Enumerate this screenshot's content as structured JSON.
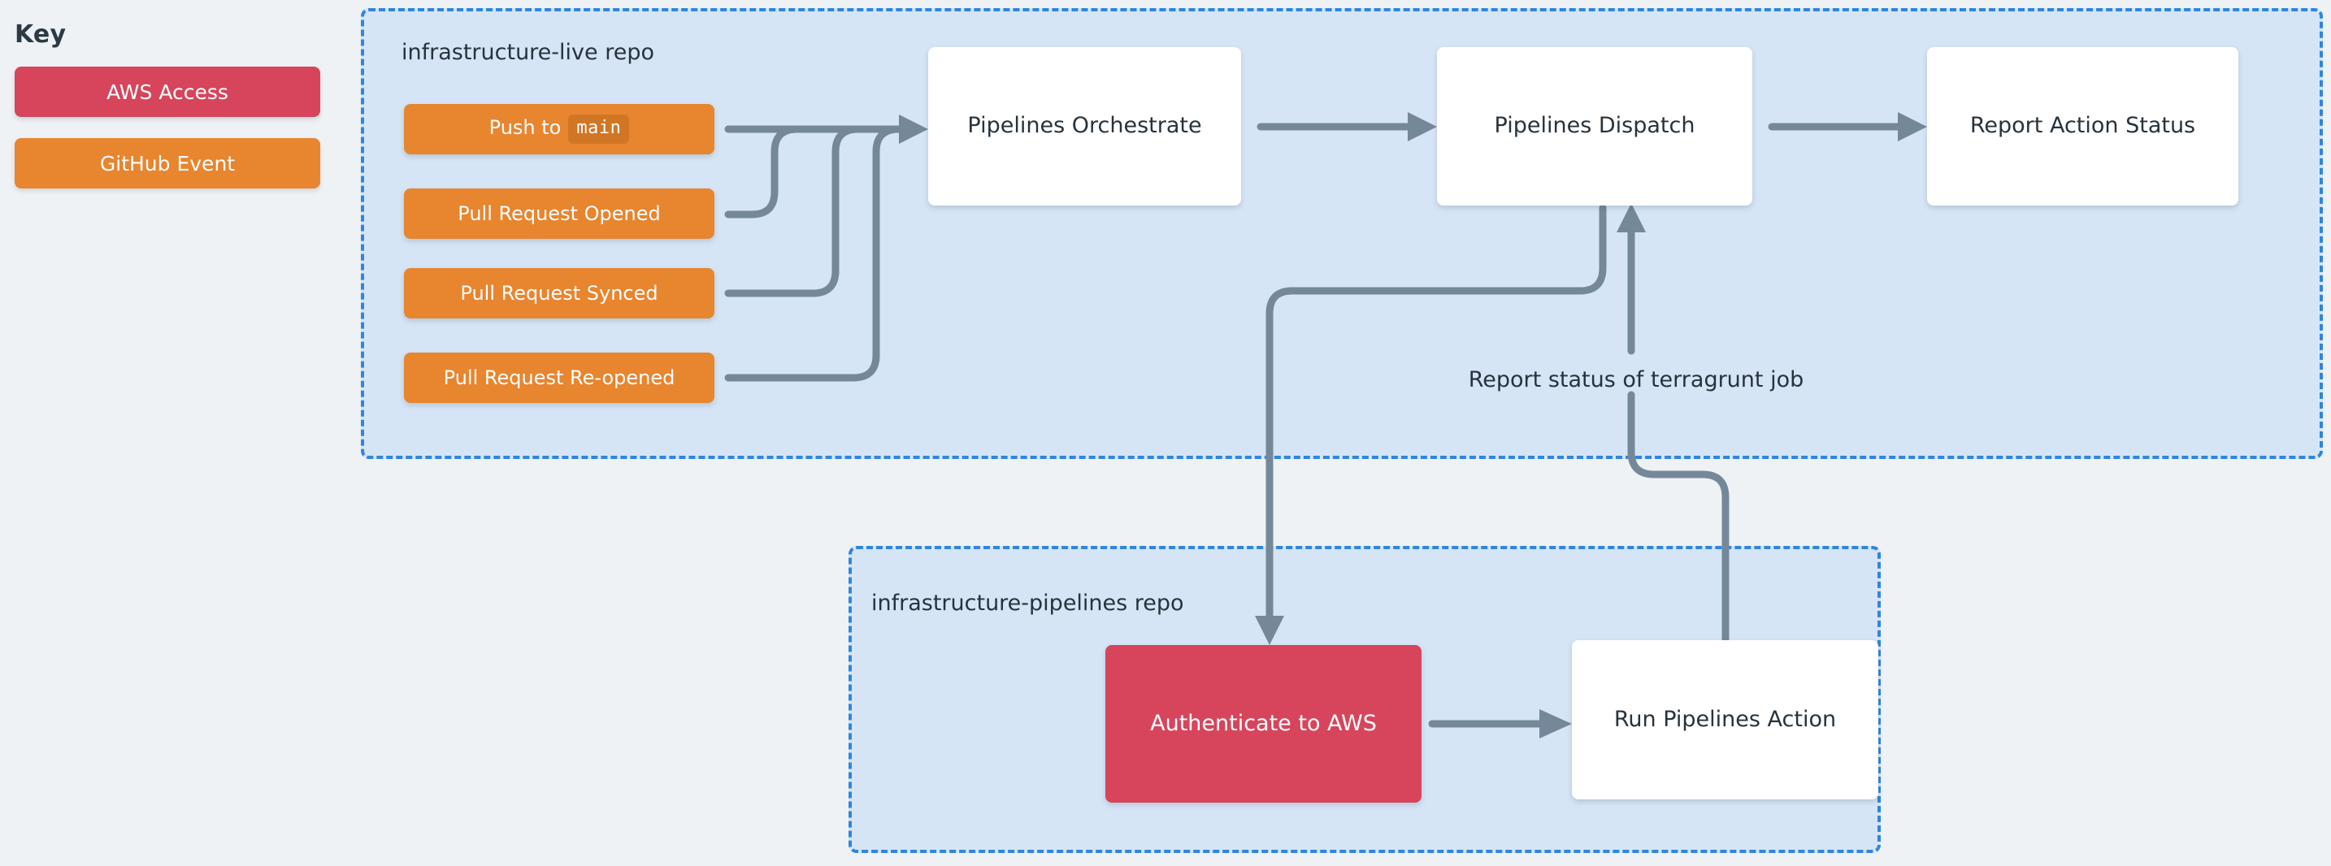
{
  "legend": {
    "title": "Key",
    "items": [
      {
        "label": "AWS Access",
        "color": "#d6455c",
        "name": "aws-access"
      },
      {
        "label": "GitHub Event",
        "color": "#e8852f",
        "name": "github-event"
      }
    ]
  },
  "groups": {
    "live": {
      "label": "infrastructure-live repo",
      "border_color": "#2f86dd",
      "fill": "#d5e5f6"
    },
    "pipelines": {
      "label": "infrastructure-pipelines repo",
      "border_color": "#2f86dd",
      "fill": "#d5e5f6"
    }
  },
  "nodes": {
    "push_to_main": {
      "label": "Push to",
      "code": "main",
      "type": "github-event"
    },
    "pr_opened": {
      "label": "Pull Request Opened",
      "type": "github-event"
    },
    "pr_synced": {
      "label": "Pull Request Synced",
      "type": "github-event"
    },
    "pr_reopened": {
      "label": "Pull Request Re-opened",
      "type": "github-event"
    },
    "orchestrate": {
      "label": "Pipelines Orchestrate",
      "type": "process"
    },
    "dispatch": {
      "label": "Pipelines Dispatch",
      "type": "process"
    },
    "report_action_status": {
      "label": "Report Action Status",
      "type": "process"
    },
    "authenticate": {
      "label": "Authenticate to AWS",
      "type": "aws-access"
    },
    "run_pipelines_action": {
      "label": "Run Pipelines Action",
      "type": "process"
    }
  },
  "edges": {
    "terragrunt_status": {
      "label": "Report status of terragrunt job"
    }
  },
  "colors": {
    "page_background": "#eef2f5",
    "group_fill": "#d5e5f6",
    "group_border": "#2f86dd",
    "github_event": "#e8852f",
    "aws_access": "#d6455c",
    "process_fill": "#ffffff",
    "connector": "#75889a",
    "text": "#27333c"
  }
}
